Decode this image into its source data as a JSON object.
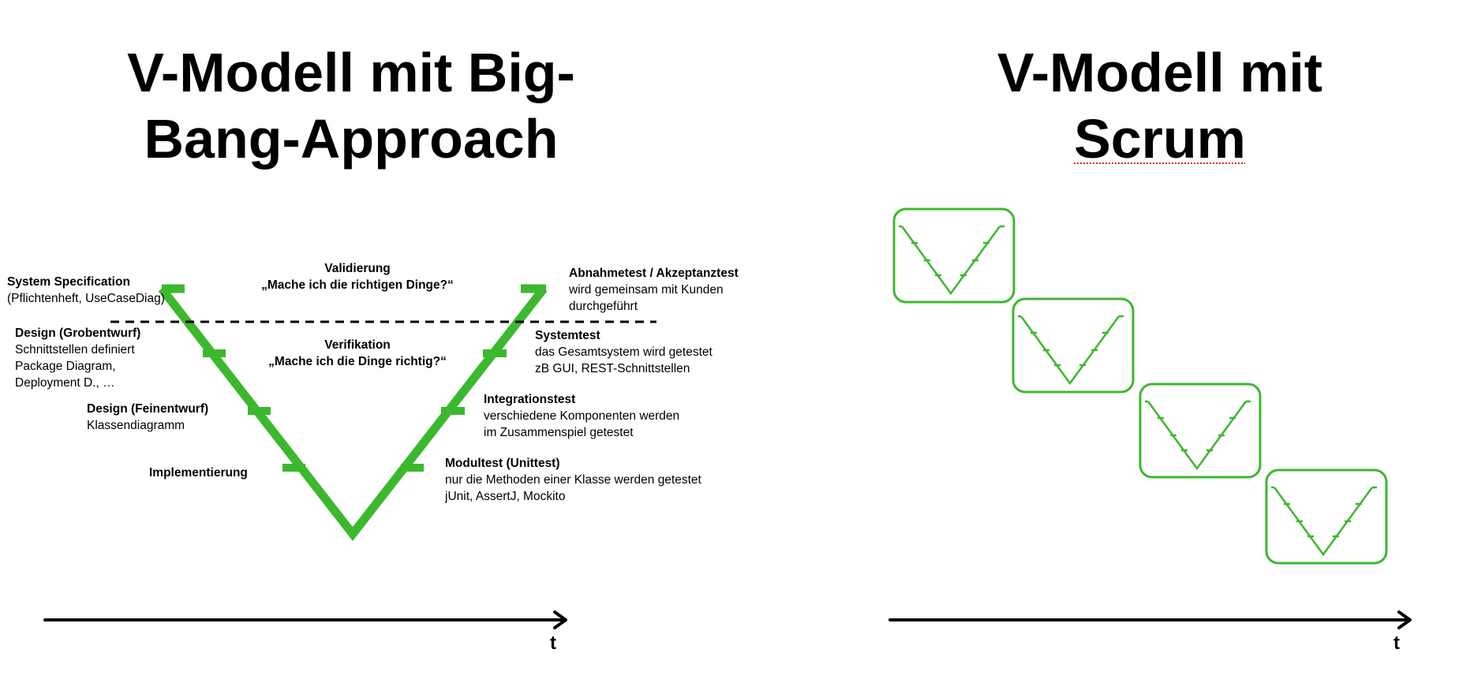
{
  "titles": {
    "left_line1": "V-Modell mit Big-",
    "left_line2": "Bang-Approach",
    "right_line1": "V-Modell mit",
    "right_line2": "Scrum"
  },
  "left_labels": {
    "sysspec_head": "System Specification",
    "sysspec_text": "(Pflichtenheft, UseCaseDiag)",
    "grob_head": "Design (Grobentwurf)",
    "grob_line1": "Schnittstellen definiert",
    "grob_line2": "Package Diagram,",
    "grob_line3": "Deployment D., …",
    "fein_head": "Design (Feinentwurf)",
    "fein_text": "Klassendiagramm",
    "impl_head": "Implementierung"
  },
  "center_labels": {
    "valid_head": "Validierung",
    "valid_text": "„Mache ich die richtigen Dinge?“",
    "verif_head": "Verifikation",
    "verif_text": "„Mache ich die Dinge richtig?“"
  },
  "right_labels": {
    "abnahme_head": "Abnahmetest / Akzeptanztest",
    "abnahme_line1": "wird gemeinsam mit Kunden",
    "abnahme_line2": "durchgeführt",
    "system_head": "Systemtest",
    "system_line1": "das Gesamtsystem wird getestet",
    "system_line2": "zB GUI, REST-Schnittstellen",
    "integ_head": "Integrationstest",
    "integ_line1": "verschiedene Komponenten werden",
    "integ_line2": "im Zusammenspiel getestet",
    "modul_head": "Modultest (Unittest)",
    "modul_line1": "nur die Methoden einer Klasse werden getestet",
    "modul_line2": "jUnit, AssertJ, Mockito"
  },
  "axis": {
    "left_label": "t",
    "right_label": "t"
  },
  "colors": {
    "v_green": "#3cb82e",
    "box_green": "#3cb82e",
    "text": "#000000"
  }
}
